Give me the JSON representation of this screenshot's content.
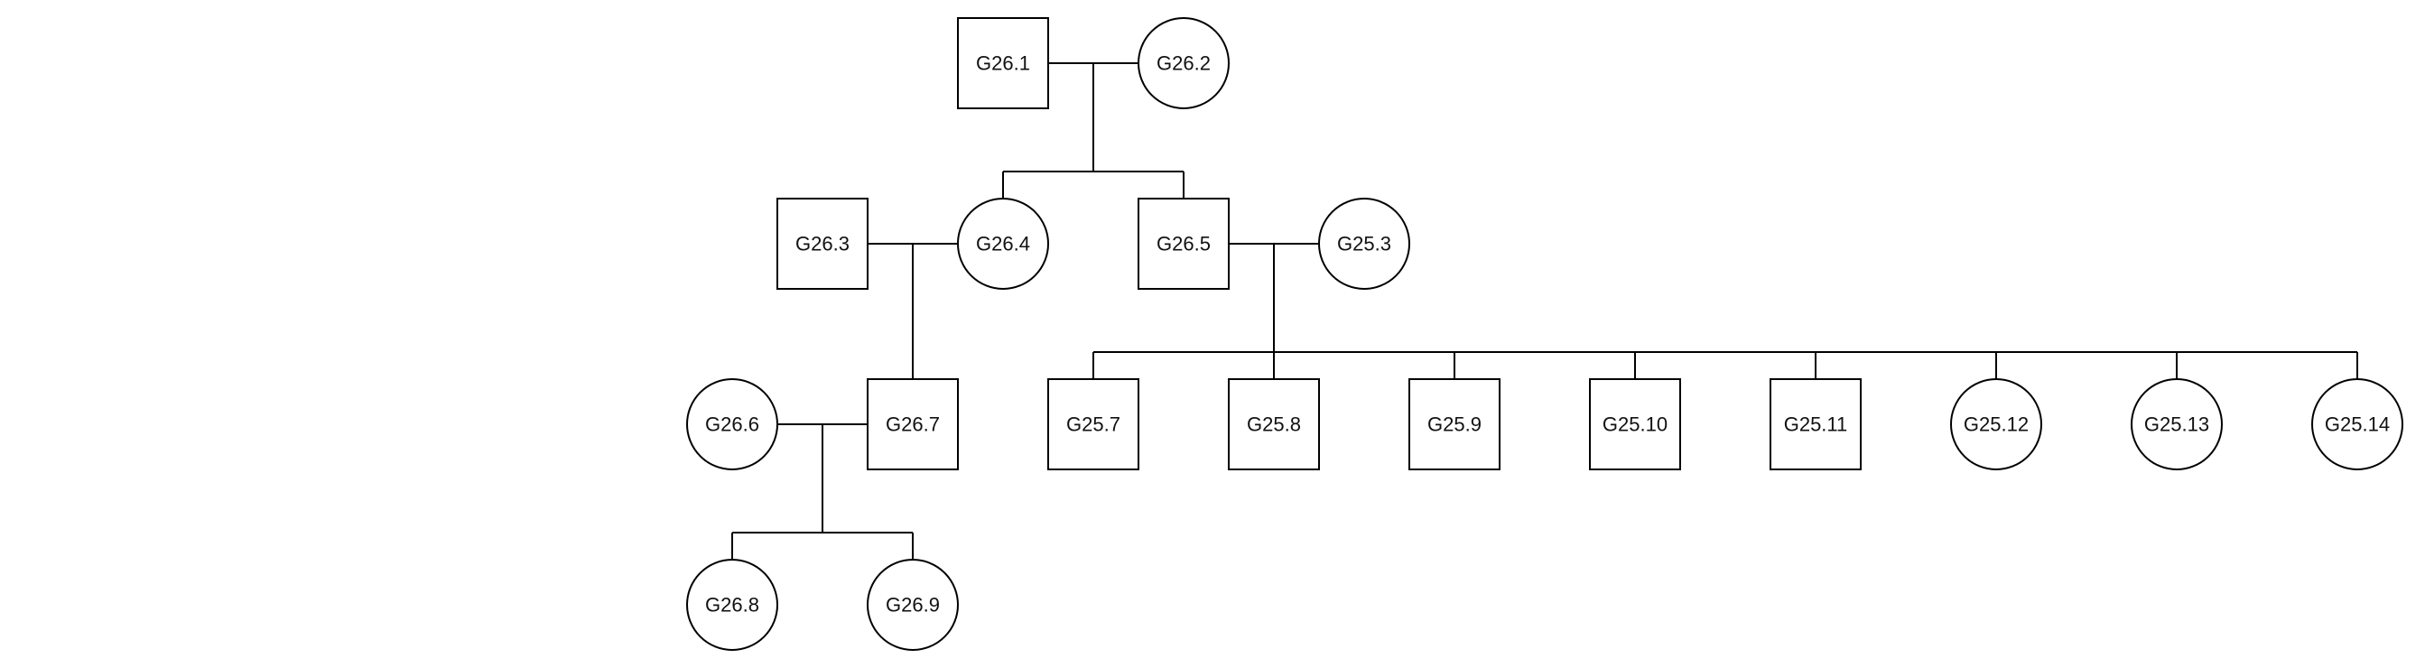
{
  "diagram": {
    "type": "pedigree",
    "colors": {
      "line": "#000000",
      "shape_fill": "#ffffff",
      "text": "#111111"
    },
    "individuals": [
      {
        "id": "G26.1",
        "label": "G26.1",
        "sex": "male"
      },
      {
        "id": "G26.2",
        "label": "G26.2",
        "sex": "female"
      },
      {
        "id": "G26.3",
        "label": "G26.3",
        "sex": "male"
      },
      {
        "id": "G26.4",
        "label": "G26.4",
        "sex": "female"
      },
      {
        "id": "G26.5",
        "label": "G26.5",
        "sex": "male"
      },
      {
        "id": "G25.3",
        "label": "G25.3",
        "sex": "female"
      },
      {
        "id": "G26.6",
        "label": "G26.6",
        "sex": "female"
      },
      {
        "id": "G26.7",
        "label": "G26.7",
        "sex": "male"
      },
      {
        "id": "G25.7",
        "label": "G25.7",
        "sex": "male"
      },
      {
        "id": "G25.8",
        "label": "G25.8",
        "sex": "male"
      },
      {
        "id": "G25.9",
        "label": "G25.9",
        "sex": "male"
      },
      {
        "id": "G25.10",
        "label": "G25.10",
        "sex": "male"
      },
      {
        "id": "G25.11",
        "label": "G25.11",
        "sex": "male"
      },
      {
        "id": "G25.12",
        "label": "G25.12",
        "sex": "female"
      },
      {
        "id": "G25.13",
        "label": "G25.13",
        "sex": "female"
      },
      {
        "id": "G25.14",
        "label": "G25.14",
        "sex": "female"
      },
      {
        "id": "G26.8",
        "label": "G26.8",
        "sex": "female"
      },
      {
        "id": "G26.9",
        "label": "G26.9",
        "sex": "female"
      }
    ],
    "couples": [
      {
        "partners": [
          "G26.1",
          "G26.2"
        ],
        "children": [
          "G26.4",
          "G26.5"
        ]
      },
      {
        "partners": [
          "G26.3",
          "G26.4"
        ],
        "children": [
          "G26.7"
        ]
      },
      {
        "partners": [
          "G26.5",
          "G25.3"
        ],
        "children": [
          "G25.7",
          "G25.8",
          "G25.9",
          "G25.10",
          "G25.11",
          "G25.12",
          "G25.13",
          "G25.14"
        ]
      },
      {
        "partners": [
          "G26.6",
          "G26.7"
        ],
        "children": [
          "G26.8",
          "G26.9"
        ]
      }
    ]
  }
}
